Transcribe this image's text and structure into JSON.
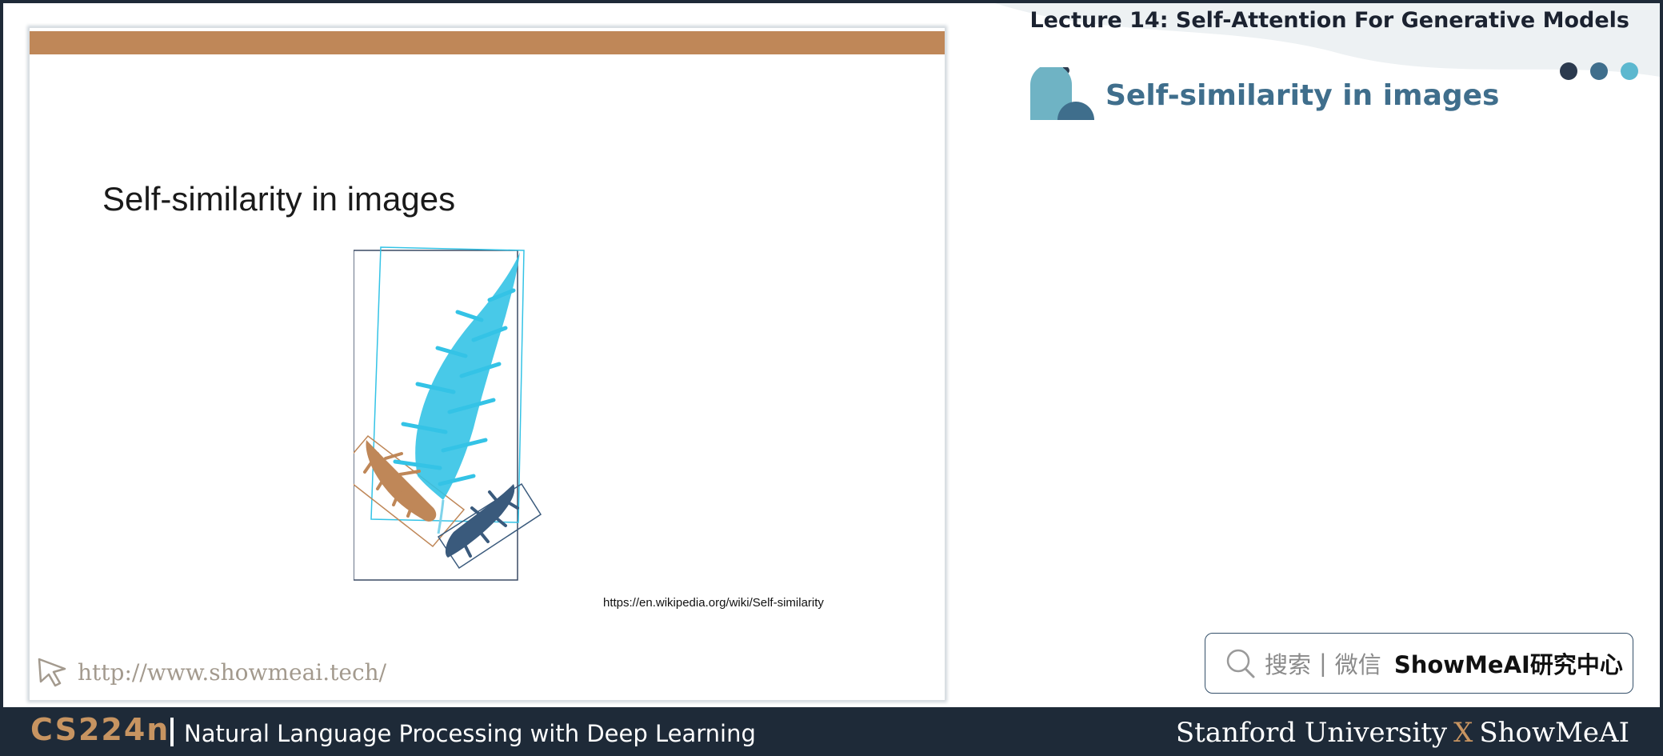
{
  "slide": {
    "title": "Self-similarity in images",
    "source_link": "https://en.wikipedia.org/wiki/Self-similarity",
    "watermark_url": "http://www.showmeai.tech/"
  },
  "header": {
    "lecture_title": "Lecture 14:  Self-Attention For Generative Models",
    "section_heading": "Self-similarity in images",
    "dot_colors": [
      "#2b3a4e",
      "#3f6e8c",
      "#5cb8cf"
    ]
  },
  "search": {
    "hint_search": "搜索",
    "hint_separator": "|",
    "hint_wechat": "微信",
    "brand": "ShowMeAI研究中心"
  },
  "footer": {
    "course_code": "CS224n",
    "course_name": "Natural Language Processing with Deep Learning",
    "university": "Stanford University",
    "x": "X",
    "partner": "ShowMeAI"
  },
  "colors": {
    "accent_brown": "#bf8758",
    "fern_cyan": "#34c3e6",
    "fern_navy": "#3a5a7c",
    "dark_bar": "#1e2a38"
  }
}
